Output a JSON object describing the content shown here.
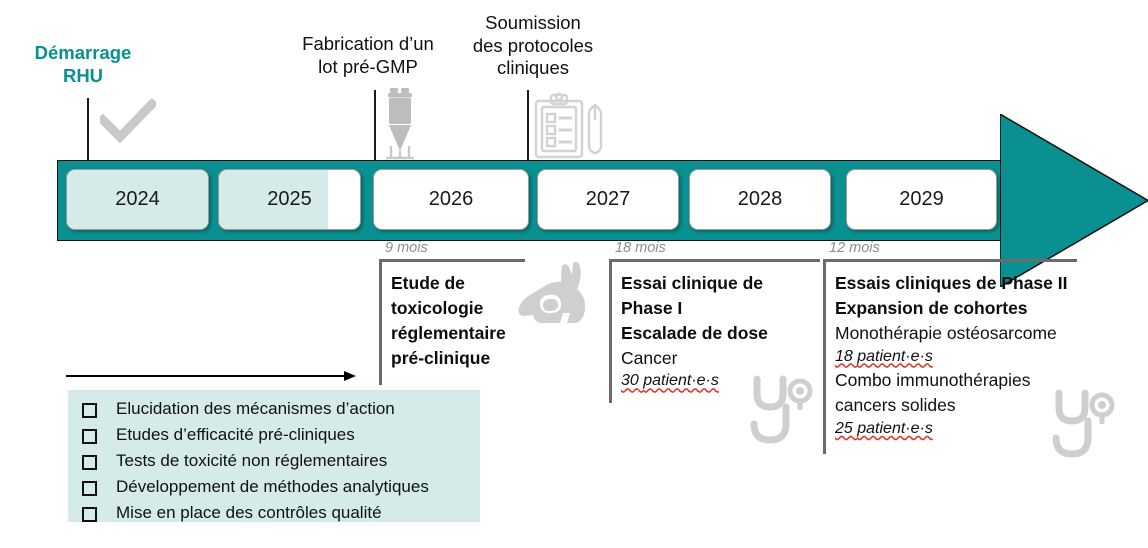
{
  "theme": {
    "teal": "#0a9090",
    "teal_light": "#d4ebe9",
    "teal_text": "#0a8f92",
    "grey_icon": "#c9c9c9",
    "grey_bracket": "#6b6b6b",
    "grey_duration": "#8d8d8d",
    "spellcheck_red": "#e03a2f"
  },
  "milestones": [
    {
      "id": "demarrage",
      "label": "Démarrage\nRHU",
      "icon": "check-icon",
      "accent": true
    },
    {
      "id": "lot-pre-gmp",
      "label": "Fabrication d’un\nlot pré-GMP",
      "icon": "bioreactor-icon",
      "accent": false
    },
    {
      "id": "protocoles",
      "label": "Soumission\ndes protocoles\ncliniques",
      "icon": "clipboard-pen-icon",
      "accent": false
    }
  ],
  "timeline": {
    "years": [
      {
        "label": "2024",
        "progress": 100
      },
      {
        "label": "2025",
        "progress": 77
      },
      {
        "label": "2026",
        "progress": 0
      },
      {
        "label": "2027",
        "progress": 0
      },
      {
        "label": "2028",
        "progress": 0
      },
      {
        "label": "2029",
        "progress": 0
      }
    ]
  },
  "workpackages": [
    {
      "id": "toxicologie",
      "duration": "9 mois",
      "title": "Etude de\ntoxicologie\nréglementaire\npré-clinique",
      "subtitle": "",
      "lines": [],
      "icon": "rabbit-icon"
    },
    {
      "id": "phase-1",
      "duration": "18 mois",
      "title": "Essai clinique de\nPhase I\nEscalade de dose",
      "subtitle": "Cancer",
      "lines": [
        {
          "count": "30",
          "unit": "patient·e·s"
        }
      ],
      "icon": "stethoscope-icon"
    },
    {
      "id": "phase-2",
      "duration": "12 mois",
      "title": "Essais cliniques de Phase II\nExpansion de cohortes",
      "subtitle": "Monothérapie ostéosarcome",
      "lines": [
        {
          "count": "18",
          "unit": "patient·e·s"
        },
        {
          "text": "Combo immunothérapies\ncancers solides"
        },
        {
          "count": "25",
          "unit": "patient·e·s"
        }
      ],
      "icon": "stethoscope-icon"
    }
  ],
  "checklist": {
    "items": [
      "Elucidation des mécanismes d’action",
      "Etudes d’efficacité pré-cliniques",
      "Tests de toxicité non réglementaires",
      "Développement de méthodes analytiques",
      "Mise en place des contrôles qualité"
    ]
  }
}
